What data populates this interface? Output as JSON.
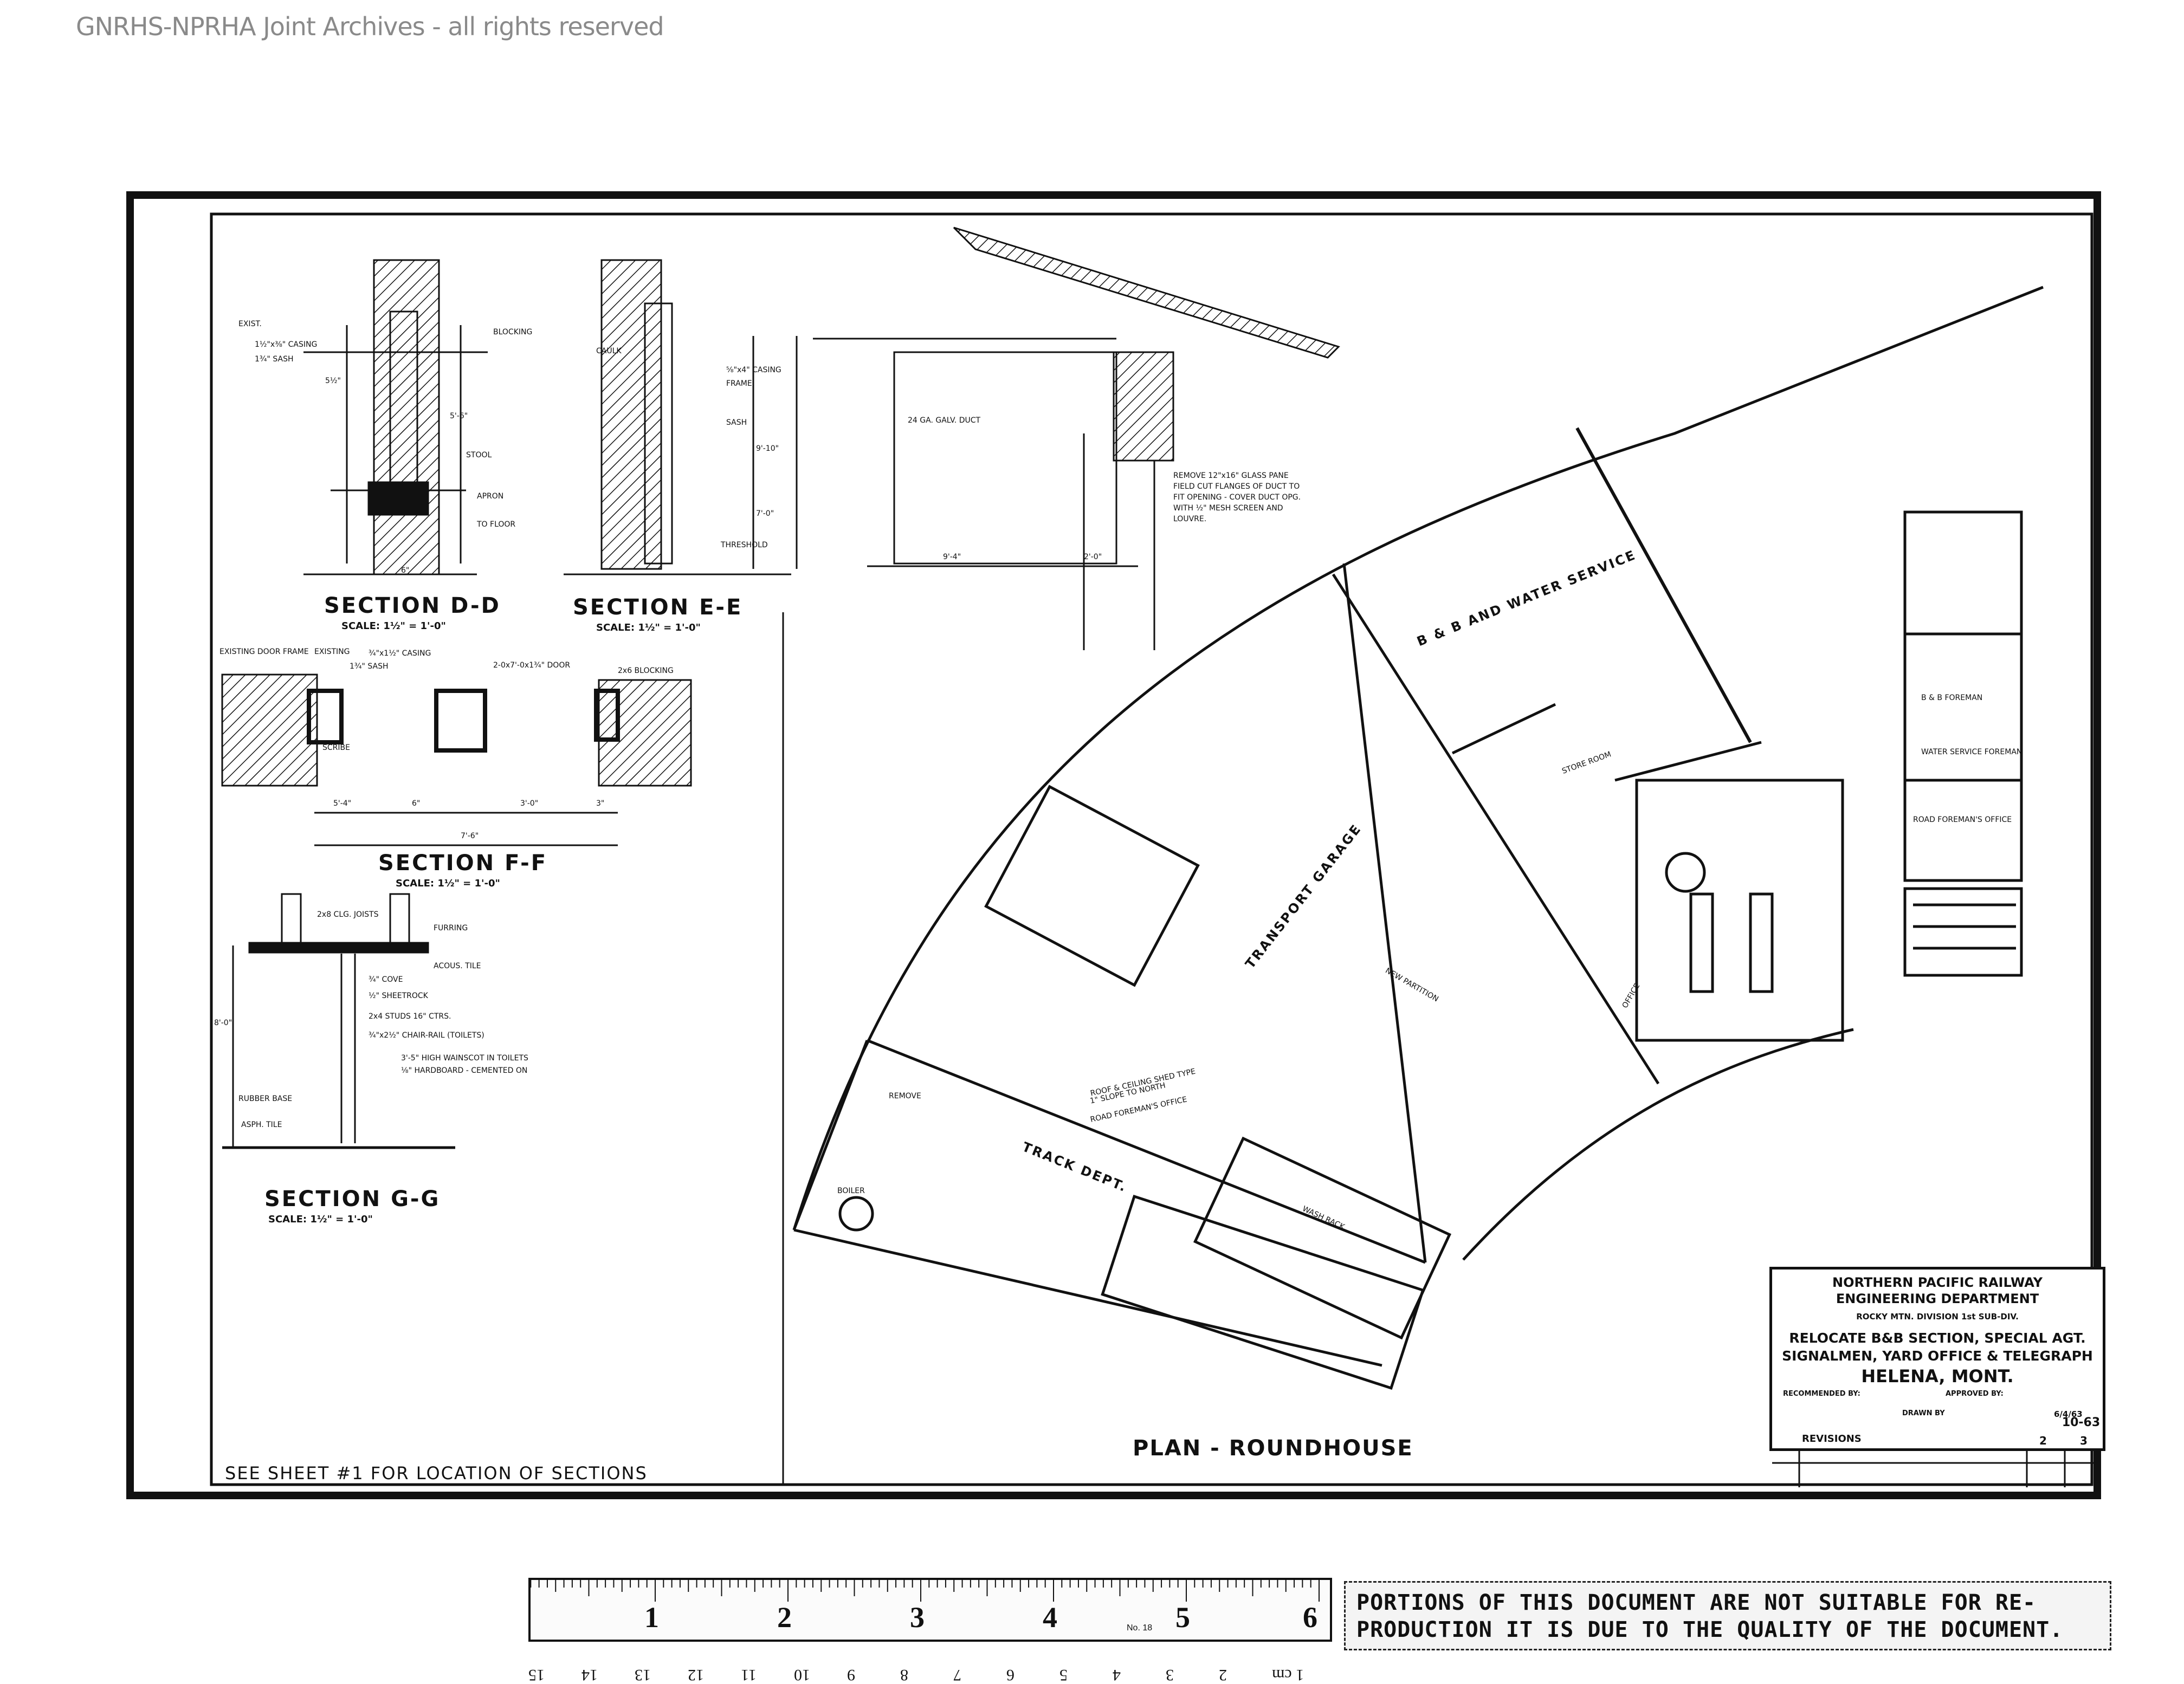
{
  "watermark": "GNRHS-NPRHA Joint Archives - all rights reserved",
  "sections": {
    "dd": {
      "title": "SECTION D-D",
      "scale": "SCALE: 1½\" = 1'-0\""
    },
    "ee": {
      "title": "SECTION E-E",
      "scale": "SCALE: 1½\" = 1'-0\""
    },
    "ff": {
      "title": "SECTION F-F",
      "scale": "SCALE: 1½\" = 1'-0\""
    },
    "gg": {
      "title": "SECTION G-G",
      "scale": "SCALE: 1½\" = 1'-0\""
    }
  },
  "section_notes": {
    "dd": [
      "EXIST.",
      "1½\"x⅜\" CASING",
      "1¾\" SASH",
      "5½\"",
      "STOOL",
      "APRON",
      "6\"",
      "TO FLOOR",
      "5'-6\"",
      "BLOCKING"
    ],
    "ee": [
      "CAULK",
      "⅝\"x4\" CASING",
      "FRAME",
      "SASH",
      "THRESHOLD",
      "9'-10\"",
      "7'-0\""
    ],
    "ff": [
      "EXISTING DOOR FRAME",
      "EXISTING",
      "1¾\" SASH",
      "¾\"x1½\" CASING",
      "2-0x7'-0x1¾\" DOOR",
      "2x6 BLOCKING",
      "SCRIBE",
      "5'-4\"",
      "6\"",
      "3'-0\"",
      "3\"",
      "7'-6\""
    ],
    "gg": [
      "2x8 CLG. JOISTS",
      "FURRING",
      "ACOUS. TILE",
      "¾\" COVE",
      "½\" SHEETROCK",
      "2x4 STUDS 16\" CTRS.",
      "¾\"x2½\" CHAIR-RAIL (TOILETS)",
      "3'-5\" HIGH WAINSCOT IN TOILETS",
      "⅛\" HARDBOARD - CEMENTED ON",
      "RUBBER BASE",
      "ASPH. TILE",
      "8'-0\""
    ]
  },
  "duct_detail": {
    "notes": [
      "24 GA. GALV. DUCT",
      "REMOVE 12\"x16\" GLASS PANE",
      "FIELD CUT FLANGES OF DUCT TO",
      "FIT OPENING - COVER DUCT OPG.",
      "WITH ½\" MESH SCREEN AND",
      "LOUVRE."
    ],
    "dims": [
      "9'-4\"",
      "2'-0\""
    ]
  },
  "plan": {
    "title": "PLAN - ROUNDHOUSE",
    "rooms": {
      "transport_garage": "TRANSPORT GARAGE",
      "bb_water": "B & B AND WATER SERVICE",
      "track_dept": "TRACK DEPT.",
      "store_room": "STORE ROOM",
      "office": "OFFICE",
      "bb_foreman": "B & B FOREMAN",
      "water_foreman": "WATER SERVICE FOREMAN",
      "road_foreman": "ROAD FOREMAN'S OFFICE",
      "boiler": "BOILER",
      "wash_rack": "WASH RACK"
    },
    "notes": [
      "ROOF & CEILING SHED TYPE",
      "1\" SLOPE TO NORTH",
      "ROAD FOREMAN'S OFFICE",
      "REMOVE",
      "NEW PARTITION"
    ]
  },
  "see_sheet": "SEE SHEET #1 FOR LOCATION OF SECTIONS",
  "title_block": {
    "company": "NORTHERN PACIFIC RAILWAY",
    "dept": "ENGINEERING DEPARTMENT",
    "division": "ROCKY MTN. DIVISION 1st SUB-DIV.",
    "line1": "RELOCATE B&B SECTION, SPECIAL AGT.",
    "line2": "SIGNALMEN, YARD OFFICE & TELEGRAPH",
    "location": "HELENA, MONT.",
    "revisions_label": "REVISIONS",
    "approved": "APPROVED BY:",
    "recommended": "RECOMMENDED BY:",
    "drawn": "DRAWN BY",
    "date": "6/4/63",
    "sheet_no": "2",
    "sheet_of": "3",
    "dwg_no": "10-63"
  },
  "ruler": {
    "inches": [
      "1",
      "2",
      "3",
      "4",
      "5",
      "6"
    ],
    "maker": "No. 18",
    "cm": [
      "15",
      "14",
      "13",
      "12",
      "11",
      "10",
      "9",
      "8",
      "7",
      "6",
      "5",
      "4",
      "3",
      "2",
      "1 cm"
    ]
  },
  "notice": {
    "line1": "PORTIONS OF THIS DOCUMENT ARE NOT SUITABLE FOR RE-",
    "line2": "PRODUCTION IT IS DUE TO THE QUALITY OF THE DOCUMENT."
  },
  "colors": {
    "ink": "#111111",
    "paper": "#ffffff",
    "watermark": "#8a8a8a"
  }
}
